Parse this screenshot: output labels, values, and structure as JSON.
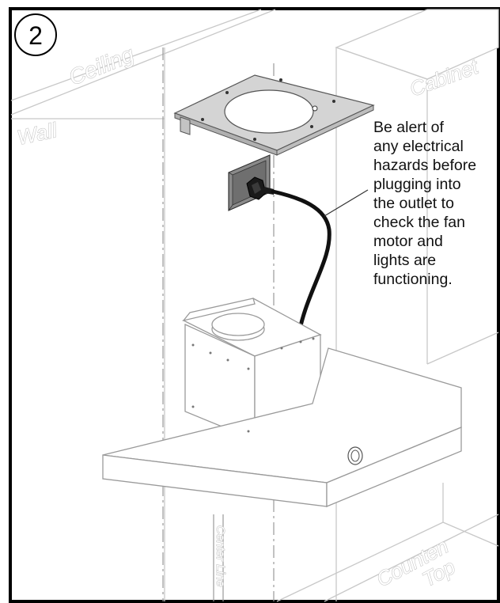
{
  "step": {
    "number": "2"
  },
  "labels": {
    "ceiling": "Ceiling",
    "wall": "Wall",
    "cabinet": "Cabinet",
    "center_line": "Center Line",
    "counter": "Counten",
    "top": "Top"
  },
  "note": {
    "lines": [
      "Be alert of",
      "any electrical",
      "hazards before",
      "plugging into",
      "the outlet to",
      "check the fan",
      "motor and",
      "lights are",
      "functioning."
    ]
  },
  "colors": {
    "frame": "#000000",
    "bracket_fill": "#d4d4d4",
    "outlet_fill": "#8a8a8a",
    "cord": "#111111",
    "ghost_line": "#c8c8c8"
  }
}
